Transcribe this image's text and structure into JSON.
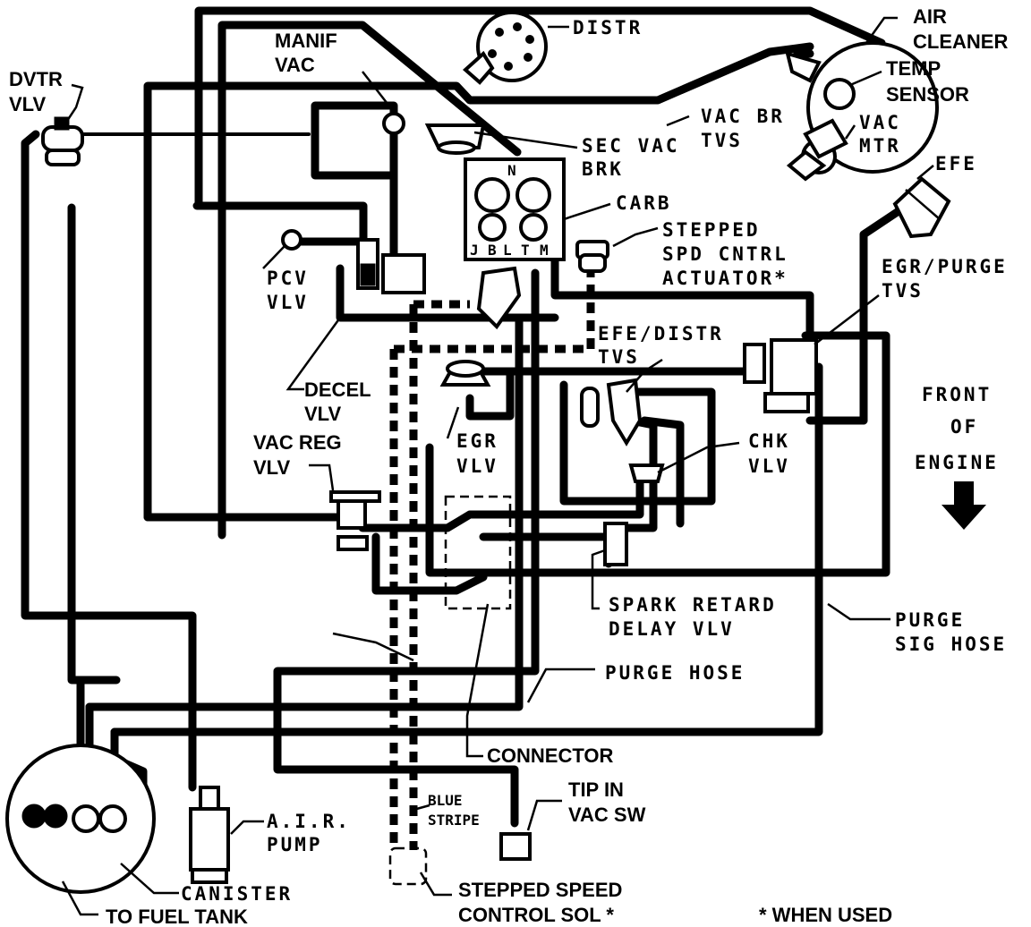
{
  "labels": {
    "dvtr_vlv": [
      "DVTR",
      "VLV"
    ],
    "manif_vac": [
      "MANIF",
      "VAC"
    ],
    "distr": "DISTR",
    "air_cleaner": [
      "AIR",
      "CLEANER"
    ],
    "temp_sensor": [
      "TEMP",
      "SENSOR"
    ],
    "vac_br_tvs": [
      "VAC  BR",
      "TVS"
    ],
    "vac_mtr": [
      "VAC",
      "MTR"
    ],
    "efe": "EFE",
    "sec_vac_brk": [
      "SEC  VAC",
      "BRK"
    ],
    "carb": "CARB",
    "stepped_spd_actuator": [
      "STEPPED",
      "SPD CNTRL",
      "ACTUATOR*"
    ],
    "egr_purge_tvs": [
      "EGR/PURGE",
      "TVS"
    ],
    "pcv_vlv": [
      "PCV",
      "VLV"
    ],
    "efe_distr_tvs": [
      "EFE/DISTR",
      "TVS"
    ],
    "front_of_engine": [
      "FRONT",
      "OF",
      "ENGINE"
    ],
    "decel_vlv": [
      "DECEL",
      "VLV"
    ],
    "egr_vlv": [
      "EGR",
      "VLV"
    ],
    "chk_vlv": [
      "CHK",
      "VLV"
    ],
    "vac_reg_vlv": [
      "VAC REG",
      "VLV"
    ],
    "spark_retard_delay_vlv": [
      "SPARK  RETARD",
      "DELAY  VLV"
    ],
    "purge_sig_hose": [
      "PURGE",
      "SIG HOSE"
    ],
    "purge_hose": "PURGE  HOSE",
    "connector": "CONNECTOR",
    "blue_stripe": [
      "BLUE",
      "STRIPE"
    ],
    "tip_in_vac_sw": [
      "TIP IN",
      "VAC SW"
    ],
    "air_pump": [
      "A.I.R.",
      "PUMP"
    ],
    "canister": "CANISTER",
    "to_fuel_tank": "TO FUEL TANK",
    "stepped_speed_control_sol": [
      "STEPPED SPEED",
      "CONTROL SOL *"
    ],
    "when_used": "* WHEN USED",
    "carb_ports": [
      "N",
      "J",
      "B",
      "L",
      "T",
      "M"
    ]
  }
}
